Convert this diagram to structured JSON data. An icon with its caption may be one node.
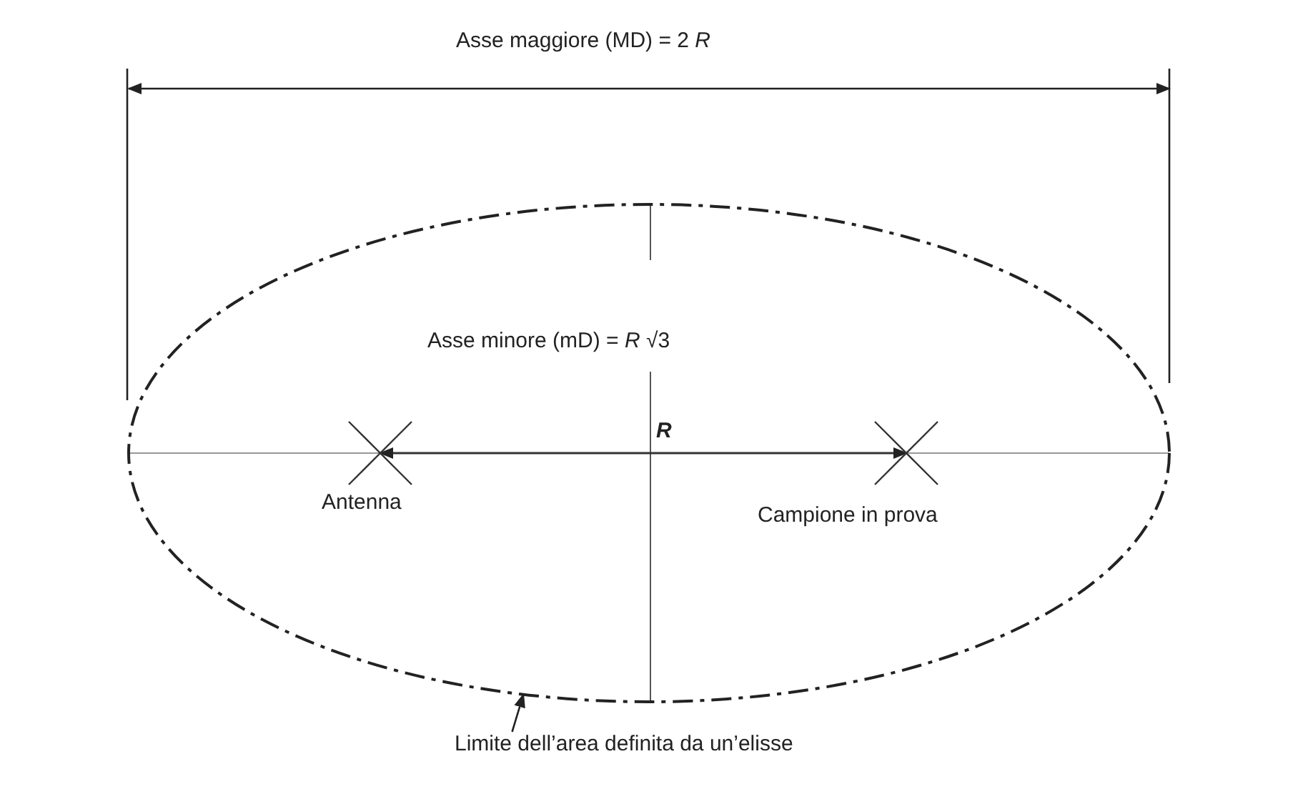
{
  "diagram": {
    "nodes": [
      {
        "text": [],
        "shape": "ellipse"
      },
      {
        "text": [
          "Limite dell’area definita da un’elisse"
        ]
      }
    ],
    "edges": [
      {
        "from": 1,
        "to": 0,
        "arrow": "to"
      }
    ],
    "labels": [
      "Asse maggiore (MD) = 2 *R*",
      "Asse minore (mD) = *R* √3",
      "*R*",
      "Antenna",
      "Campione in prova"
    ]
  }
}
